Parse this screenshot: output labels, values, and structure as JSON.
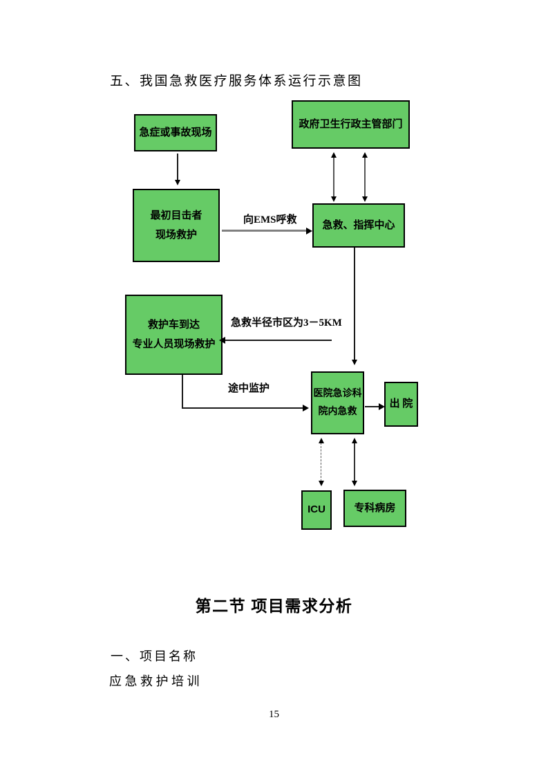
{
  "document": {
    "title": "五、我国急救医疗服务体系运行示意图",
    "section_heading": "第二节 项目需求分析",
    "subsection_title": "一、项目名称",
    "body_text": "应急救护培训",
    "page_number": "15"
  },
  "flowchart": {
    "colors": {
      "box_fill": "#66CB66",
      "box_border": "#000000",
      "line_gray": "#808080",
      "line_black": "#1a1a1a"
    },
    "boxes": {
      "scene": "急症或事故现场",
      "government": "政府卫生行政主管部门",
      "witness": "最初目击者\n现场救护",
      "command_center": "急救、指挥中心",
      "ambulance": "救护车到达\n专业人员现场救护",
      "hospital_er": "医院急诊科\n院内急救",
      "discharge": "出 院",
      "icu": "ICU",
      "ward": "专科病房"
    },
    "edge_labels": {
      "call_ems": "向EMS呼救",
      "service_radius": "急救半径市区为3－5KM",
      "en_route": "途中监护"
    }
  }
}
